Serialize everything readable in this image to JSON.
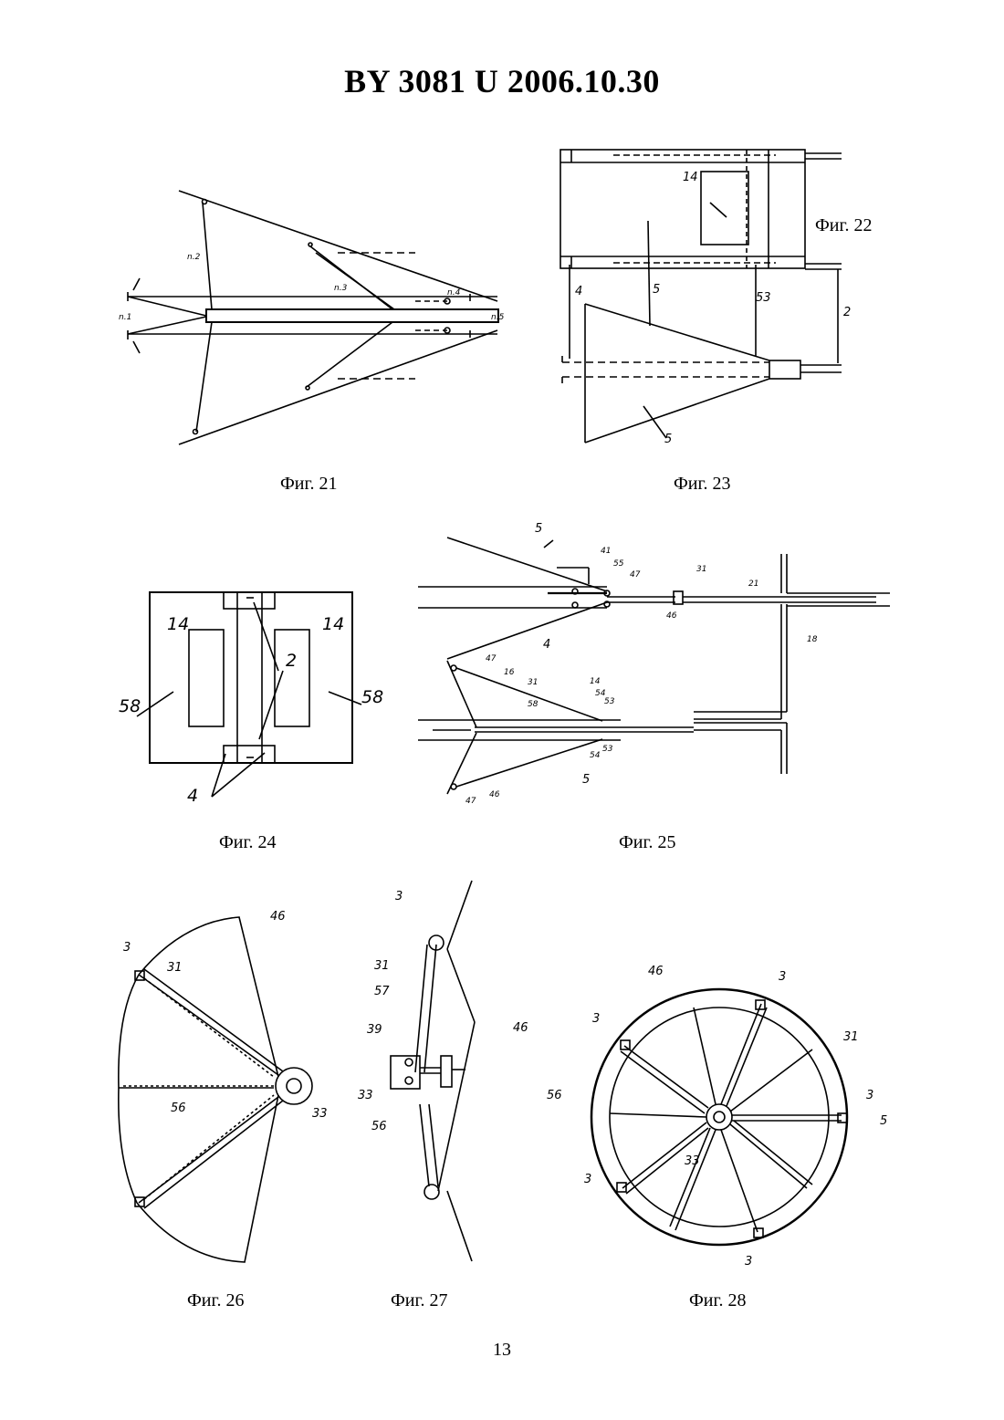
{
  "header": {
    "title": "BY 3081 U 2006.10.30"
  },
  "page_number": "13",
  "figures": {
    "fig21": {
      "caption": "Фиг. 21",
      "labels": [
        "n.1",
        "n.2",
        "n.3",
        "n.4",
        "n.5"
      ]
    },
    "fig22": {
      "caption": "Фиг. 22"
    },
    "fig23": {
      "caption": "Фиг. 23",
      "labels": [
        "14",
        "4",
        "5",
        "53",
        "2",
        "5"
      ]
    },
    "fig24": {
      "caption": "Фиг. 24",
      "labels": [
        "14",
        "14",
        "2",
        "58",
        "58",
        "4"
      ]
    },
    "fig25": {
      "caption": "Фиг. 25",
      "labels": [
        "5",
        "41",
        "55",
        "47",
        "31",
        "21",
        "46",
        "4",
        "18",
        "47",
        "16",
        "31",
        "14",
        "58",
        "54",
        "53",
        "54",
        "53",
        "5",
        "47",
        "46"
      ]
    },
    "fig26": {
      "caption": "Фиг. 26",
      "labels": [
        "3",
        "31",
        "46",
        "56",
        "33"
      ]
    },
    "fig27": {
      "caption": "Фиг. 27",
      "labels": [
        "3",
        "31",
        "57",
        "46",
        "39",
        "33",
        "56"
      ]
    },
    "fig28": {
      "caption": "Фиг. 28",
      "labels": [
        "46",
        "3",
        "31",
        "3",
        "3",
        "56",
        "3",
        "33",
        "3",
        "5"
      ]
    }
  }
}
